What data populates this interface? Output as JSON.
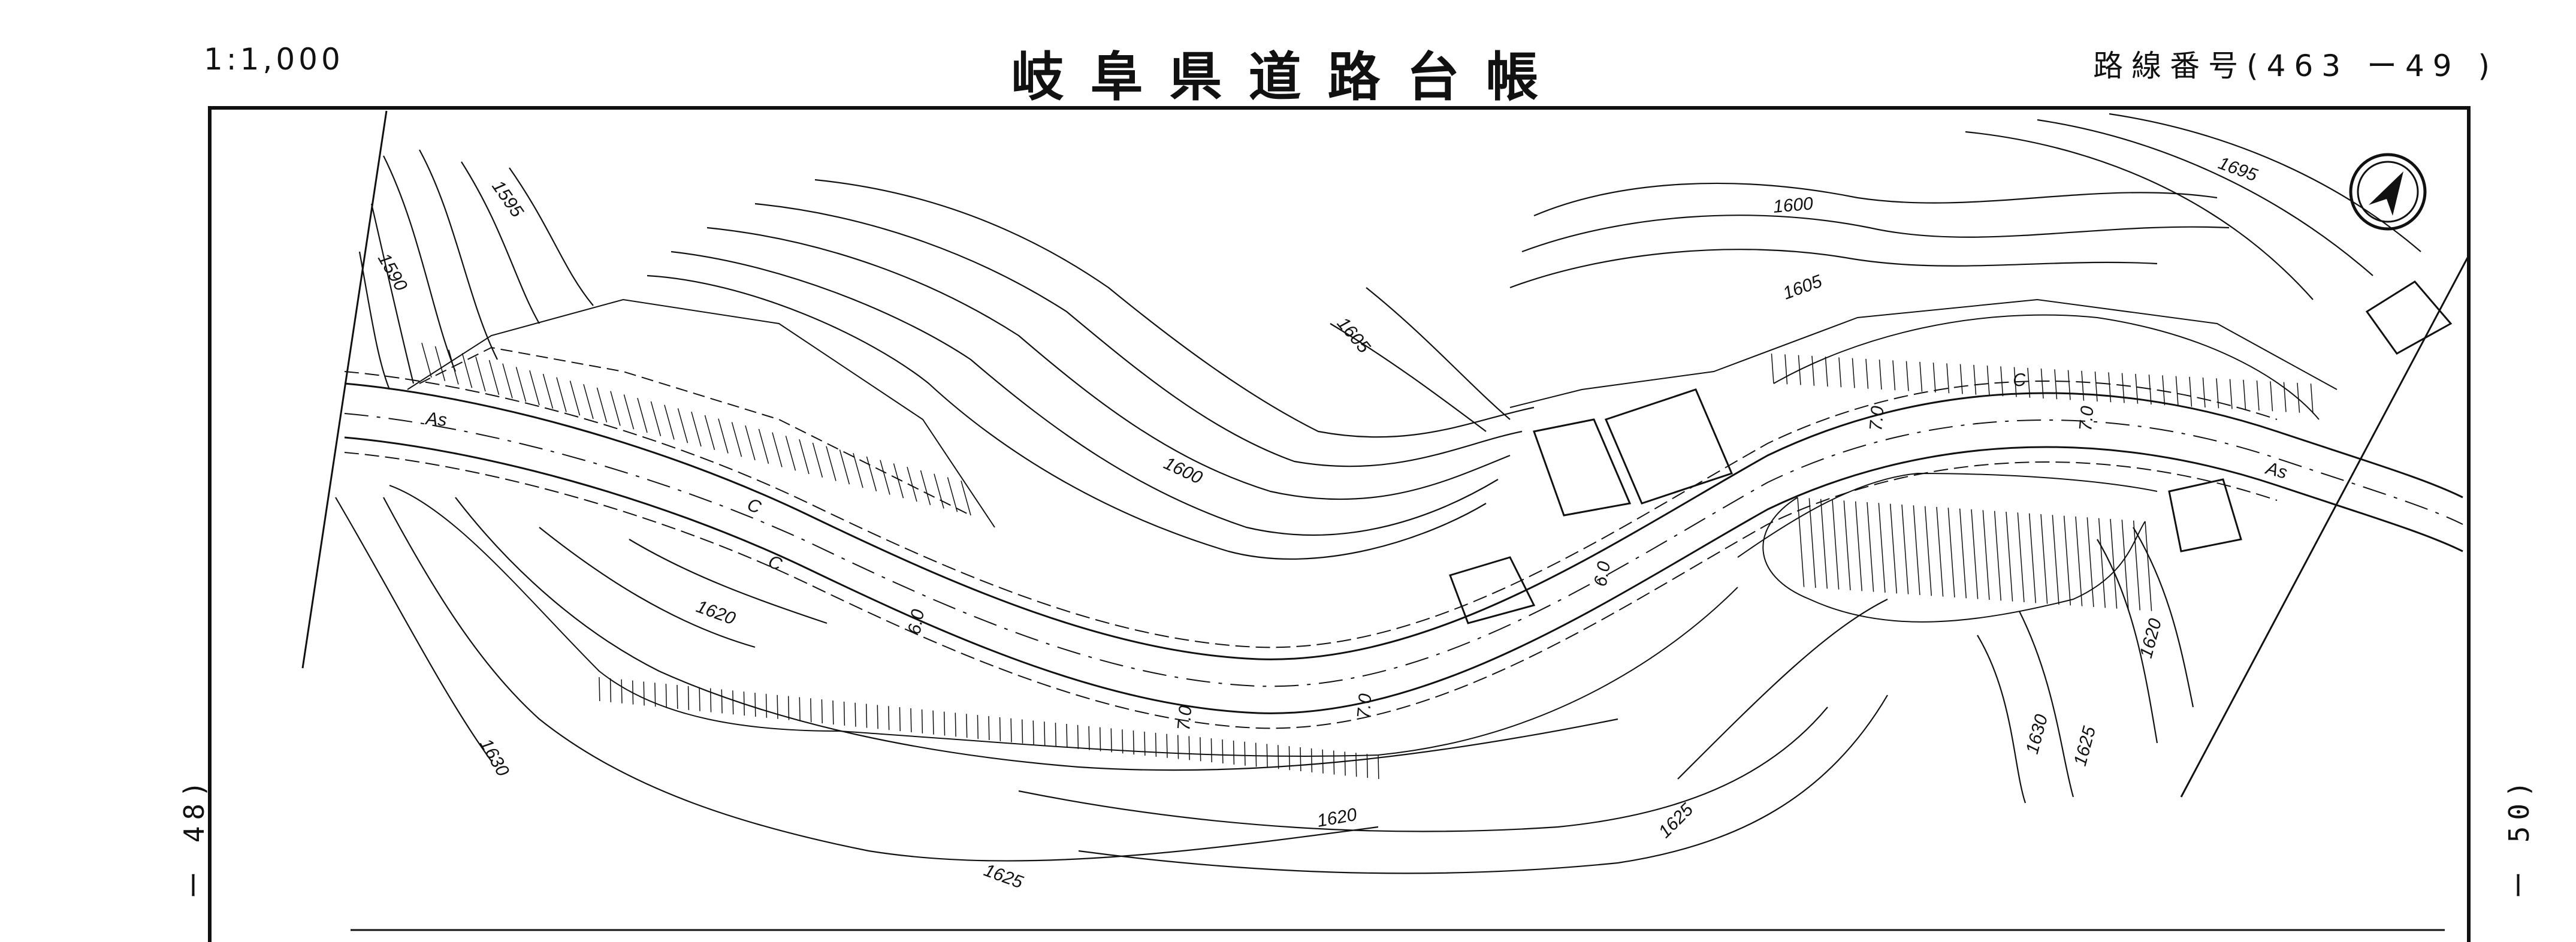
{
  "header": {
    "scale": "1:1,000",
    "title": "岐阜県道路台帳",
    "route_number": "路線番号(463 ー49 )"
  },
  "sheet_links": {
    "previous": "ー 48)",
    "next": "ー 50)"
  },
  "map": {
    "contour_labels": [
      "1595",
      "1590",
      "1600",
      "1605",
      "1600",
      "1620",
      "1630",
      "1620",
      "1625",
      "1625",
      "1630",
      "1625",
      "1620",
      "1605",
      "1695"
    ],
    "road_labels": [
      "As",
      "C",
      "C",
      "6.0",
      "7.0",
      "7.0",
      "6.0",
      "7.0",
      "C",
      "7.0",
      "As"
    ],
    "north_arrow": "north-arrow-icon"
  }
}
